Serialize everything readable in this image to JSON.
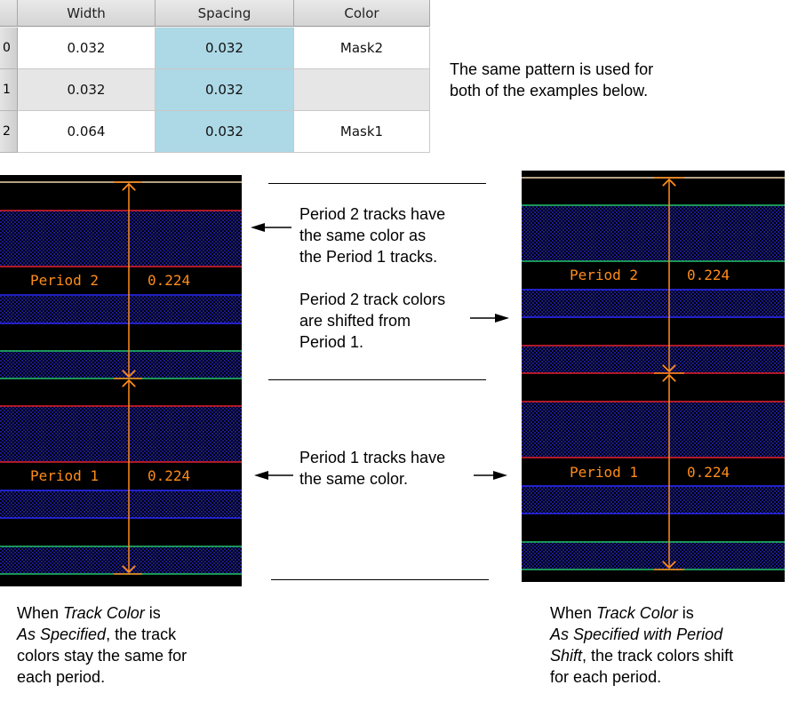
{
  "table": {
    "headers": [
      "Width",
      "Spacing",
      "Color"
    ],
    "rows": [
      {
        "index": "0",
        "width": "0.032",
        "spacing": "0.032",
        "color": "Mask2"
      },
      {
        "index": "1",
        "width": "0.032",
        "spacing": "0.032",
        "color": ""
      },
      {
        "index": "2",
        "width": "0.064",
        "spacing": "0.032",
        "color": "Mask1"
      }
    ]
  },
  "pattern_note": {
    "line1": "The same pattern is used for",
    "line2": "both of the examples below."
  },
  "left_panel": {
    "period2_label": "Period 2",
    "period2_value": "0.224",
    "period1_label": "Period 1",
    "period1_value": "0.224"
  },
  "right_panel": {
    "period2_label": "Period 2",
    "period2_value": "0.224",
    "period1_label": "Period 1",
    "period1_value": "0.224"
  },
  "middle_notes": {
    "note1": [
      "Period 2 tracks have",
      "the same color as",
      "the Period 1 tracks."
    ],
    "note2": [
      "Period 2 track colors",
      "are shifted from",
      "Period 1."
    ],
    "note3": [
      "Period 1 tracks have",
      "the same color."
    ]
  },
  "captions": {
    "left": {
      "l1_pre": "When ",
      "l1_em": "Track Color",
      "l1_post": " is",
      "l2_em": "As Specified",
      "l2_post": ", the track",
      "l3": "colors stay the same for",
      "l4": "each period."
    },
    "right": {
      "l1_pre": "When ",
      "l1_em": "Track Color",
      "l1_post": " is",
      "l2_em": "As Specified with Period",
      "l3_em": "Shift",
      "l3_post": ", the track colors shift",
      "l4": "for each period."
    }
  },
  "colors": {
    "spacing_highlight": "#add8e6",
    "track_red": "#e8202a",
    "track_blue": "#2a2aff",
    "track_green": "#22c46a",
    "track_top": "#f0d8b0",
    "dimension_orange": "#ff8c1a",
    "hatch_blue": "#1a1a8c"
  }
}
